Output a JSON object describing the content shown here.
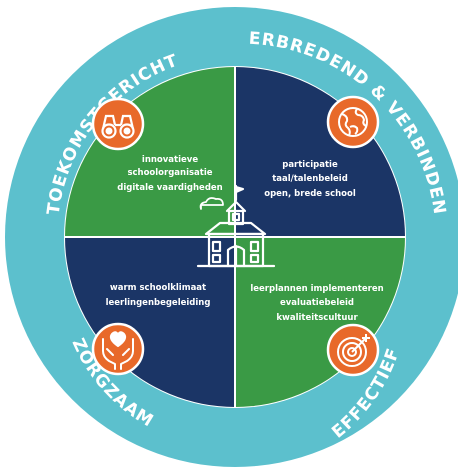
{
  "colors": {
    "ring": "#5cc0cd",
    "green": "#3a9a45",
    "navy": "#1b3566",
    "accent": "#e8692a",
    "white": "#ffffff"
  },
  "ring_labels": {
    "top_left": "TOEKOMSTGERICHT",
    "top_right": "VERBREDEND & VERBINDEND",
    "bottom_left": "ZORGZAAM",
    "bottom_right": "EFFECTIEF"
  },
  "quadrants": {
    "top_left": [
      "innovatieve",
      "schoolorganisatie",
      "digitale vaardigheden"
    ],
    "top_right": [
      "participatie",
      "taal/talenbeleid",
      "open, brede school"
    ],
    "bottom_left": [
      "warm schoolklimaat",
      "leerlingenbegeleiding"
    ],
    "bottom_right": [
      "leerplannen implementeren",
      "evaluatiebeleid",
      "kwaliteitscultuur"
    ]
  },
  "icons": {
    "top_left": "binoculars-icon",
    "top_right": "globe-icon",
    "bottom_left": "heart-hands-icon",
    "bottom_right": "target-icon",
    "center": "school-building-icon"
  }
}
